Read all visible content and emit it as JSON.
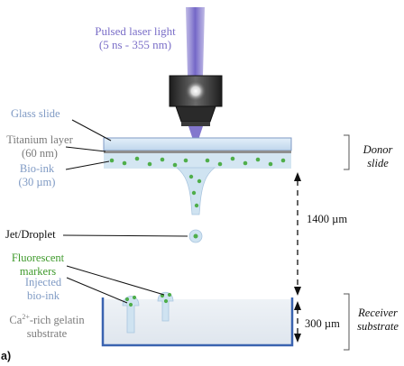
{
  "laser": {
    "line1": "Pulsed laser light",
    "line2": "(5 ns - 355 nm)"
  },
  "labels": {
    "glass_slide": "Glass slide",
    "titanium_line1": "Titanium layer",
    "titanium_line2": "(60 nm)",
    "bioink_line1": "Bio-ink",
    "bioink_line2": "(30 µm)",
    "jet": "Jet/Droplet",
    "markers_line1": "Fluorescent",
    "markers_line2": "markers",
    "injected_line1": "Injected",
    "injected_line2": "bio-ink",
    "gelatin_prefix": "Ca",
    "gelatin_sup": "2+",
    "gelatin_suffix": "-rich gelatin",
    "gelatin_line2": "substrate",
    "panel": "a)"
  },
  "distances": {
    "gap": "1400 µm",
    "depth": "300 µm"
  },
  "brackets": {
    "donor_line1": "Donor",
    "donor_line2": "slide",
    "receiver_line1": "Receiver",
    "receiver_line2": "substrate"
  },
  "colors": {
    "laser": "#7b6fc8",
    "label_blue": "#7f9ac4",
    "marker_green": "#3f9a2c",
    "dot_green": "#4fae4a",
    "glass": "#cfe2f2",
    "titanium": "#8f8f8f",
    "gelatin_edge": "#3a63b0"
  }
}
